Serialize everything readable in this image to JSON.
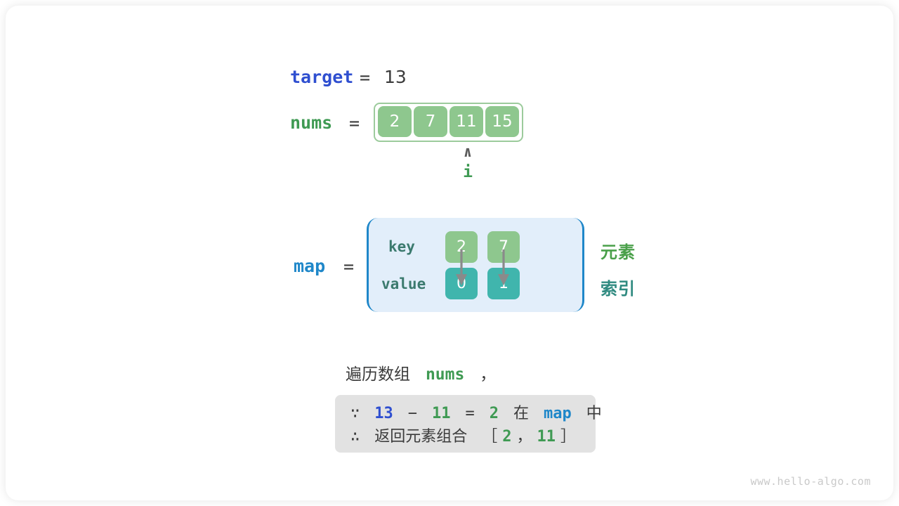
{
  "diagram": {
    "target": {
      "label": "target",
      "equals": "=",
      "value": "13"
    },
    "nums": {
      "label": "nums",
      "equals": "=",
      "cells": [
        "2",
        "7",
        "11",
        "15"
      ]
    },
    "pointer": {
      "caret": "∧",
      "name": "i"
    },
    "map": {
      "label": "map",
      "equals": "=",
      "key_label": "key",
      "value_label": "value",
      "entries": [
        {
          "key": "2",
          "value": "0"
        },
        {
          "key": "7",
          "value": "1"
        }
      ],
      "note_element": "元素",
      "note_index": "索引"
    },
    "caption": {
      "prefix": "遍历数组",
      "code": "nums",
      "suffix": "，"
    },
    "conclusion": {
      "line1": {
        "because_symbol": "∵",
        "target": "13",
        "minus": "−",
        "operand": "11",
        "equals": "=",
        "result": "2",
        "mid_text": "在",
        "map": "map",
        "end_text": "中"
      },
      "line2": {
        "therefore_symbol": "∴",
        "text": "返回元素组合",
        "open_bracket": "［",
        "a": "2",
        "comma": "，",
        "b": "11",
        "close_bracket": "］"
      }
    }
  },
  "watermark": "www.hello-algo.com",
  "colors": {
    "target_blue": "#2f4fd0",
    "nums_green": "#3f9a53",
    "map_blue": "#1f87c9",
    "cell_green": "#8ec78e",
    "cell_teal": "#40b5ad",
    "panel_fill": "#e2eefa",
    "box_gray": "#e2e2e2",
    "arrow_gray": "#8a8a8a",
    "text_dark": "#3b3b3b"
  }
}
